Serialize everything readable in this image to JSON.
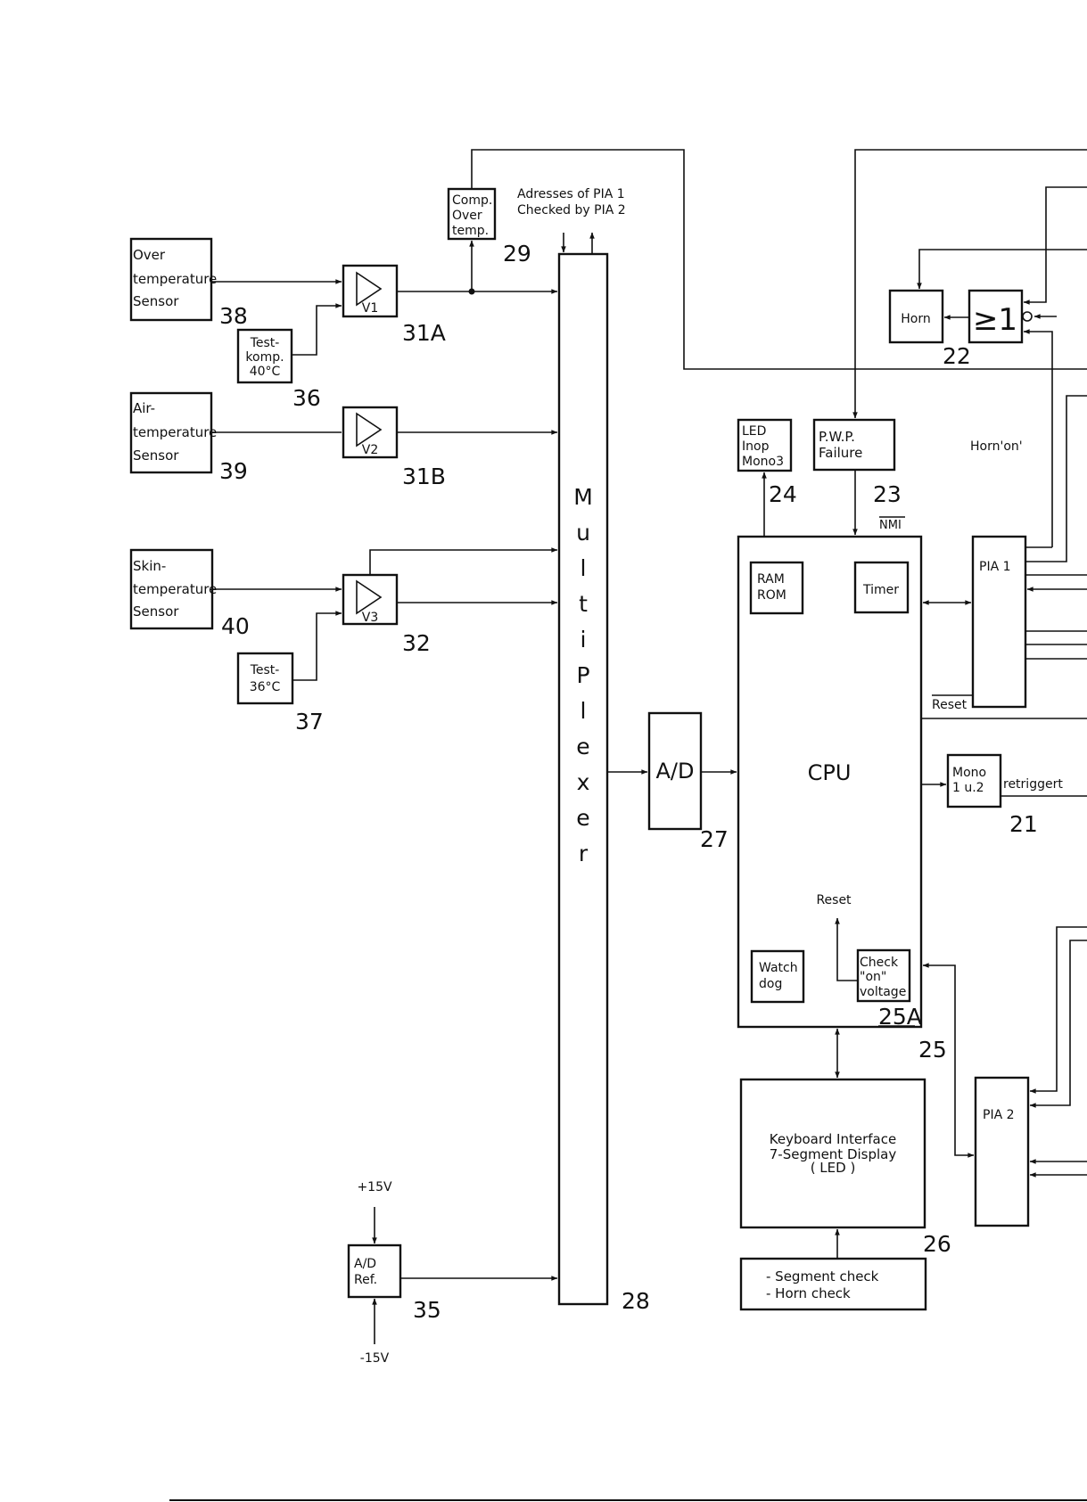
{
  "blocks": {
    "over_temp_sensor": [
      "Over",
      "temperature",
      "Sensor"
    ],
    "air_temp_sensor": [
      "Air-",
      "temperature",
      "Sensor"
    ],
    "skin_temp_sensor": [
      "Skin-",
      "temperature",
      "Sensor"
    ],
    "test_komp_40": [
      "Test-",
      "komp.",
      "40°C"
    ],
    "test_36": [
      "Test-",
      "36°C"
    ],
    "comp_over_temp": [
      "Comp.",
      "Over",
      "temp."
    ],
    "amp_v1": "V1",
    "amp_v2": "V2",
    "amp_v3": "V3",
    "multiplexer": [
      "M",
      "u",
      "l",
      "t",
      "i",
      "P",
      "l",
      "e",
      "x",
      "e",
      "r"
    ],
    "ad_converter": "A/D",
    "ad_ref": [
      "A/D",
      "Ref."
    ],
    "led_inop": [
      "LED",
      "Inop",
      "Mono3"
    ],
    "pwp_failure": [
      "P.W.P.",
      "Failure"
    ],
    "cpu": "CPU",
    "ram_rom": [
      "RAM",
      "ROM"
    ],
    "timer": "Timer",
    "watchdog": [
      "Watch",
      "dog"
    ],
    "check_on_voltage": [
      "Check",
      "\"on\"",
      "voltage"
    ],
    "keyboard_interface": [
      "Keyboard Interface",
      "7-Segment Display",
      "( LED )"
    ],
    "segment_horn_check": [
      "- Segment check",
      "- Horn check"
    ],
    "horn": "Horn",
    "or_gate": "≥1",
    "pia1": "PIA 1",
    "pia2": "PIA 2",
    "mono_1u2": [
      "Mono",
      "1 u.2"
    ]
  },
  "labels": {
    "addresses": [
      "Adresses of PIA 1",
      "Checked   by PIA 2"
    ],
    "plus15v": "+15V",
    "minus15v": "-15V",
    "nmi": "NMI",
    "reset_bar": "Reset",
    "reset_watch": "Reset",
    "horn_on": "Horn'on'",
    "retriggert": "retriggert"
  },
  "numbers": {
    "n21": "21",
    "n22": "22",
    "n23": "23",
    "n24": "24",
    "n25": "25",
    "n25a": "25A",
    "n26": "26",
    "n27": "27",
    "n28": "28",
    "n29": "29",
    "n31a": "31A",
    "n31b": "31B",
    "n32": "32",
    "n35": "35",
    "n36": "36",
    "n37": "37",
    "n38": "38",
    "n39": "39",
    "n40": "40"
  }
}
